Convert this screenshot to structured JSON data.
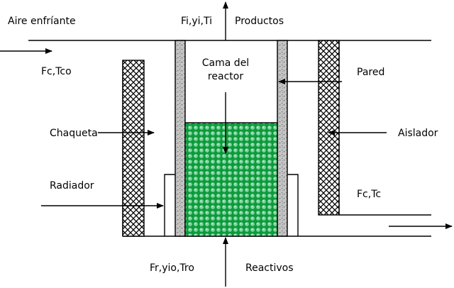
{
  "labels": {
    "aire_enfriante": "Aire enfríante",
    "fi_yi_ti": "Fi,yi,Ti",
    "productos": "Productos",
    "fc_tco": "Fc,Tco",
    "cama_line1": "Cama del",
    "cama_line2": "reactor",
    "pared": "Pared",
    "chaqueta": "Chaqueta",
    "aislador": "Aislador",
    "radiador": "Radiador",
    "fc_tc": "Fc,Tc",
    "fr_yio_tro": "Fr,yio,Tro",
    "reactivos": "Reactivos"
  },
  "colors": {
    "line": "#000000",
    "insulation_hatch": "#000000",
    "wall_fill": "#b8b8b8",
    "bed_background": "#0e9a3c",
    "bed_pellets": "#7cd39b"
  }
}
